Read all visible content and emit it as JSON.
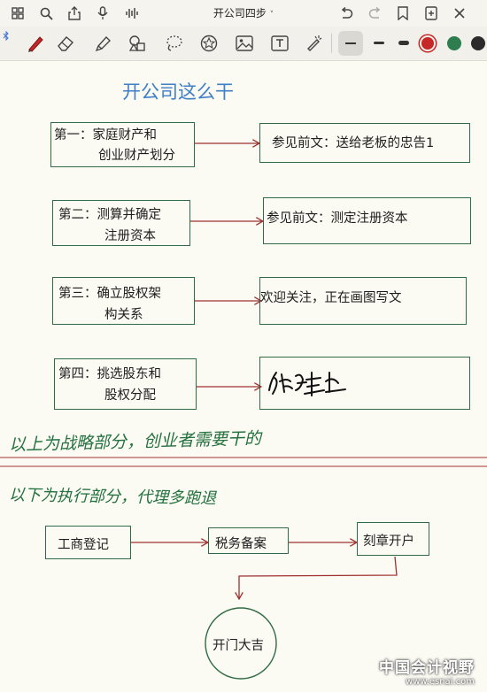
{
  "topbar": {
    "doc_title": "开公司四步",
    "icons": [
      "grid-icon",
      "search-icon",
      "share-icon",
      "mic-icon",
      "audio-wave-icon",
      "undo-icon",
      "redo-icon",
      "bookmark-icon",
      "add-page-icon",
      "close-icon"
    ]
  },
  "toolbar": {
    "tools": [
      "bluetooth-icon",
      "pen-icon",
      "eraser-icon",
      "highlighter-icon",
      "shapes-icon",
      "lasso-icon",
      "sticker-icon",
      "image-icon",
      "textbox-icon",
      "laser-icon"
    ],
    "colors": {
      "red": "#c62828",
      "green": "#2e7d4f",
      "dark": "#2b2b2b"
    }
  },
  "note": {
    "heading": "开公司这么干",
    "steps": [
      {
        "left1": "第一：家庭财产和",
        "left2": "创业财产划分",
        "right": "参见前文：送给老板的忠告1"
      },
      {
        "left1": "第二：测算并确定",
        "left2": "注册资本",
        "right": "参见前文：测定注册资本"
      },
      {
        "left1": "第三：确立股权架",
        "left2": "构关系",
        "right": "欢迎关注，正在画图写文"
      },
      {
        "left1": "第四：挑选股东和",
        "left2": "股权分配",
        "right": ""
      }
    ],
    "handwriting_1": "以上为战略部分，创业者需要干的",
    "handwriting_2": "以下为执行部分，代理多跑退",
    "flow": {
      "a": "工商登记",
      "b": "税务备案",
      "c": "刻章开户",
      "end": "开门大吉"
    }
  },
  "watermark": {
    "cn": "中国会计视野",
    "url": "www.esnai.com"
  }
}
